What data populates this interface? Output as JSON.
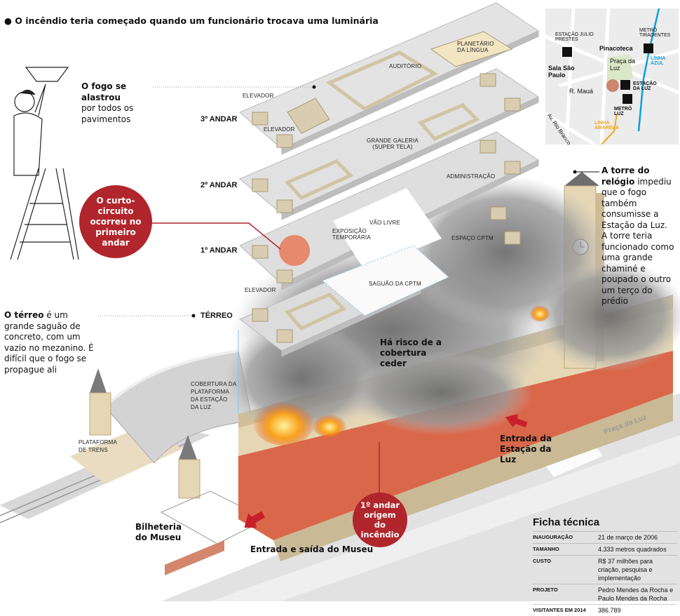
{
  "headline": "O incêndio teria começado quando um funcionário trocava uma luminária",
  "notes": {
    "spread_bold": "O fogo se alastrou",
    "spread_rest": "por todos os pavimentos",
    "ground_bold": "O térreo",
    "ground_rest": " é um grande saguão de concreto, com um vazio no mezanino. É difícil que o fogo se propague ali",
    "tower_bold": "A torre do relógio",
    "tower_rest": " impediu que o fogo também consumisse a Estação da Luz. A torre teria funcionado como uma grande chaminé e poupado o outro um terço do prédio",
    "collapse": "Há risco de a cobertura ceder"
  },
  "bubbles": {
    "short_circuit": "O curto-circuito ocorreu no primeiro andar",
    "origin": "1º andar origem do incêndio"
  },
  "floors": [
    "3º ANDAR",
    "2º ANDAR",
    "1º ANDAR",
    "TÉRREO"
  ],
  "labels": {
    "elevator": "ELEVADOR",
    "planetarium": "PLANETÁRIO DA LÍNGUA",
    "auditorium": "AUDITÓRIO",
    "gallery": "GRANDE GALERIA (SUPER TELA)",
    "administration": "ADMINISTRAÇÃO",
    "void": "VÃO LIVRE",
    "temp_exhibit": "EXPOSIÇÃO TEMPORÁRIA",
    "cptm_space": "ESPAÇO CPTM",
    "cptm_lobby": "SAGUÃO DA CPTM",
    "platform_roof": "COBERTURA DA PLATAFORMA DA ESTAÇÃO DA LUZ",
    "train_platform": "PLATAFORMA DE TRENS",
    "ticket_office": "Bilheteria do Museu",
    "museum_entrance": "Entrada e saída do Museu",
    "station_entrance": "Entrada da Estação da Luz",
    "square": "Praça da Luz"
  },
  "map": {
    "julio_prestes": "ESTAÇÃO JULIO PRESTES",
    "tiradentes": "METRÔ TIRADENTES",
    "pinacoteca": "Pinacoteca",
    "sala_sp": "Sala São Paulo",
    "praca": "Praça da Luz",
    "estacao_luz": "ESTAÇÃO DA LUZ",
    "maua": "R. Mauá",
    "rio_branco": "Av. Rio Branco",
    "metro_luz": "METRÔ LUZ",
    "linha_azul": "LINHA AZUL",
    "linha_amarela": "LINHA AMARELA",
    "colors": {
      "blue_line": "#0aa0e0",
      "yellow_line": "#f2a81d",
      "park": "#d9e8c6",
      "marker": "#c97b60"
    }
  },
  "ficha": {
    "title": "Ficha técnica",
    "rows": [
      {
        "k": "INAUGURAÇÃO",
        "v": "21 de março de 2006"
      },
      {
        "k": "TAMANHO",
        "v": "4.333 metros quadrados"
      },
      {
        "k": "CUSTO",
        "v": "R$ 37 milhões para criação, pesquisa e implementação"
      },
      {
        "k": "PROJETO",
        "v": "Pedro Mendes da Rocha e Paulo Mendes da Rocha"
      },
      {
        "k": "VISITANTES EM 2014",
        "v": "386.789"
      }
    ]
  },
  "colors": {
    "accent_red": "#b0262c",
    "brick": "#d9684a",
    "facade": "#e6d7b4",
    "smoke": "#8a8a8a",
    "fire": "#f79a1e"
  }
}
